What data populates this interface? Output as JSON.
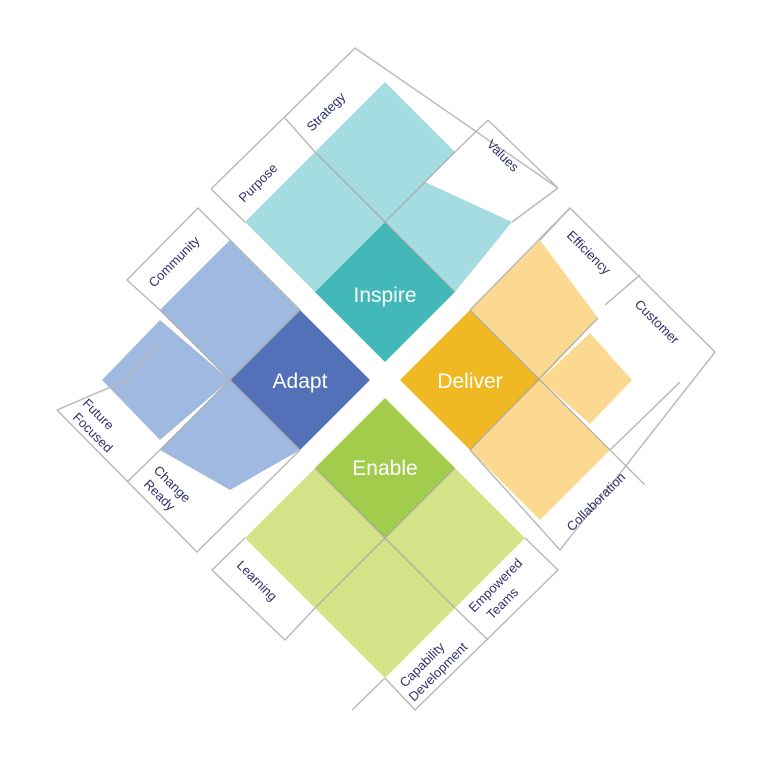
{
  "colors": {
    "inspire_light": "#a5dce1",
    "inspire_core": "#42b8b8",
    "deliver_light": "#fbd990",
    "deliver_core": "#f0b923",
    "enable_light": "#d4e387",
    "enable_core": "#a1cc4c",
    "adapt_light": "#a0b9e0",
    "adapt_core": "#5271b8",
    "label_text": "#2f2f6b",
    "frame": "#b7b7b7"
  },
  "quadrants": {
    "inspire": {
      "title": "Inspire",
      "labels": {
        "purpose": "Purpose",
        "strategy": "Strategy",
        "values": "Values"
      }
    },
    "deliver": {
      "title": "Deliver",
      "labels": {
        "efficiency": "Efficiency",
        "customer": "Customer",
        "collaboration": "Collaboration"
      }
    },
    "enable": {
      "title": "Enable",
      "labels": {
        "learning": "Learning",
        "capability_1": "Capability",
        "capability_2": "Development",
        "empowered_1": "Empowered",
        "empowered_2": "Teams"
      }
    },
    "adapt": {
      "title": "Adapt",
      "labels": {
        "community": "Community",
        "future_1": "Future",
        "future_2": "Focused",
        "change_1": "Change",
        "change_2": "Ready"
      }
    }
  }
}
